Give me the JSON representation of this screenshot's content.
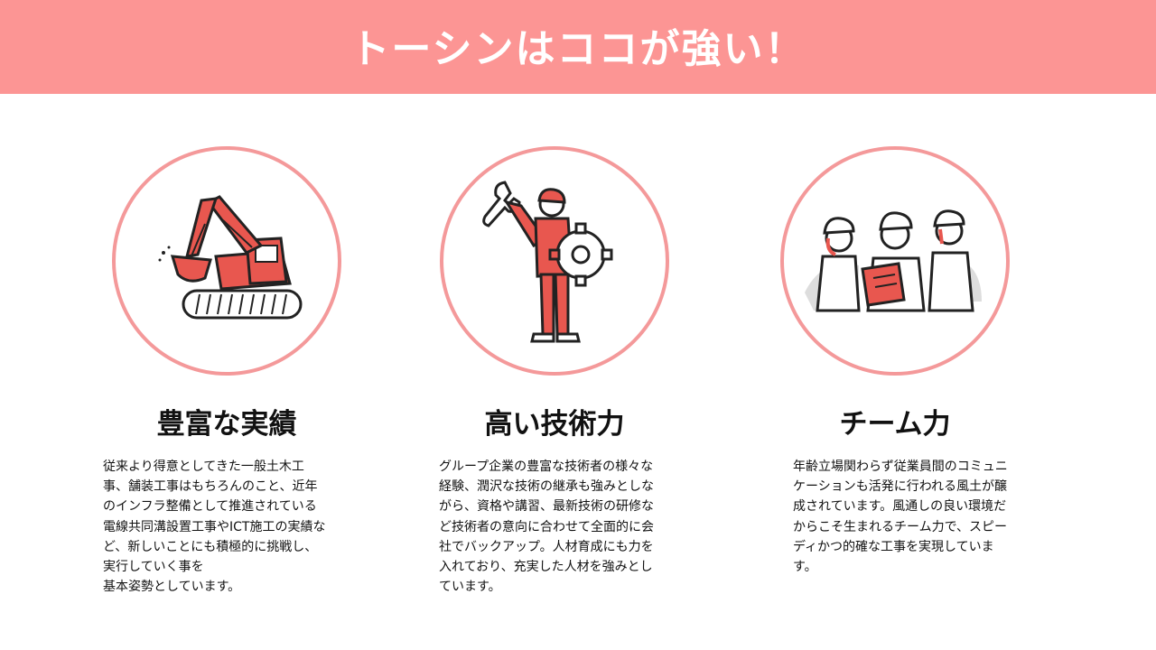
{
  "colors": {
    "banner": "#fc9594",
    "circle_border": "#f4999a",
    "accent_red": "#e8574f"
  },
  "banner": {
    "title": "トーシンはココが強い！"
  },
  "features": [
    {
      "icon": "excavator-icon",
      "heading": "豊富な実績",
      "body": "従来より得意としてきた一般土木工\n事、舗装工事はもちろんのこと、近年\nのインフラ整備として推進されている\n電線共同溝設置工事やICT施工の実績な\nど、新しいことにも積極的に挑戦し、\n実行していく事を\n基本姿勢としています。"
    },
    {
      "icon": "worker-with-wrench-icon",
      "heading": "高い技術力",
      "body": "グループ企業の豊富な技術者の様々な\n経験、潤沢な技術の継承も強みとしな\nがら、資格や講習、最新技術の研修な\nど技術者の意向に合わせて全面的に会\n社でバックアップ。人材育成にも力を\n入れており、充実した人材を強みとし\nています。"
    },
    {
      "icon": "team-workers-icon",
      "heading": "チーム力",
      "body": "年齢立場関わらず従業員間のコミュニ\nケーションも活発に行われる風土が醸\n成されています。風通しの良い環境だ\nからこそ生まれるチーム力で、スピー\nディかつ的確な工事を実現していま\nす。"
    }
  ]
}
